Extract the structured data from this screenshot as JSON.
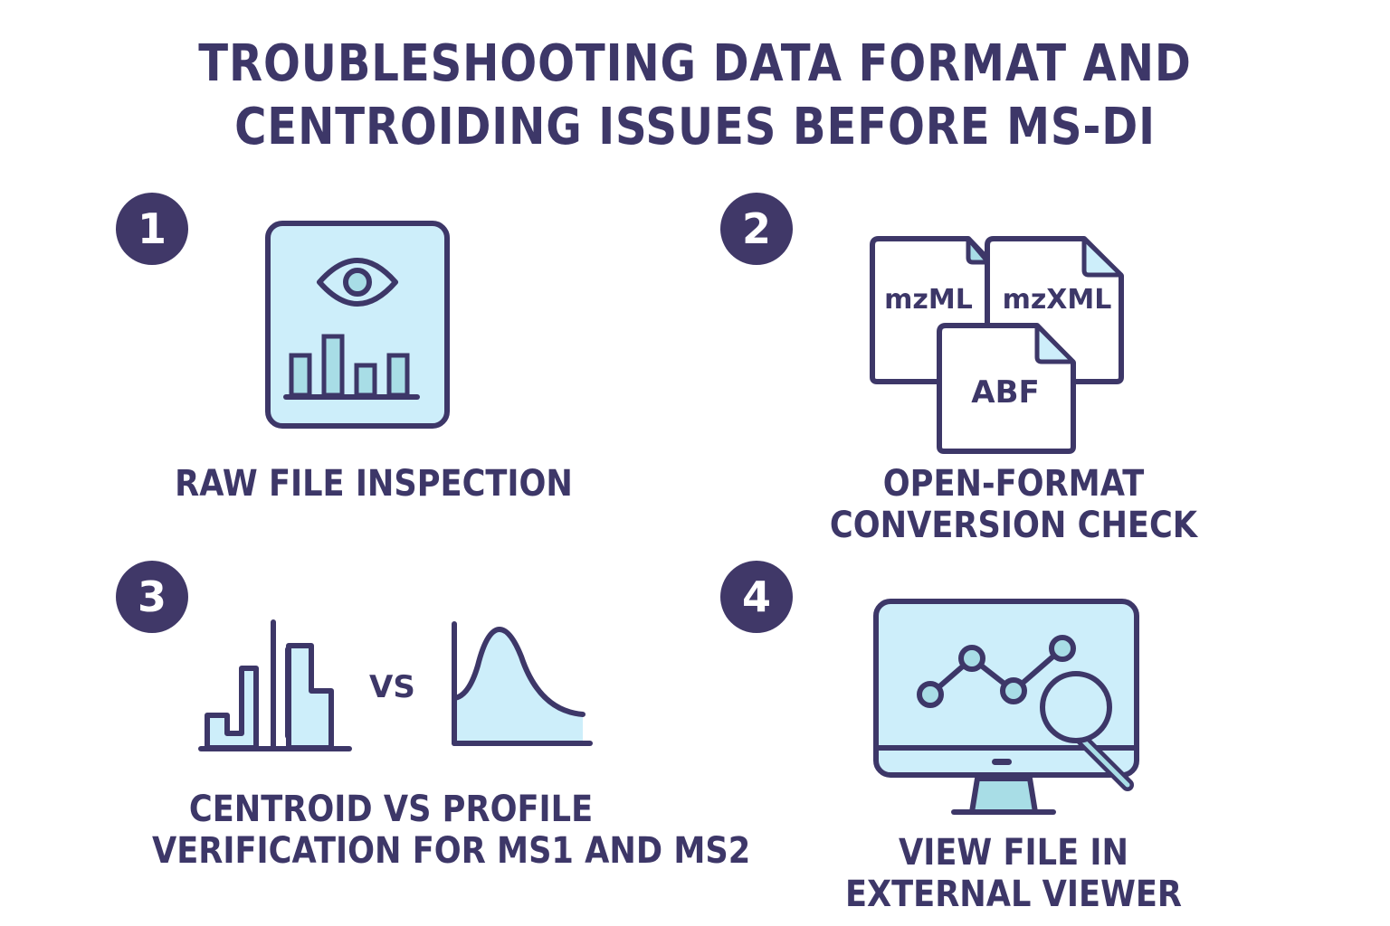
{
  "title": {
    "line1": "TROUBLESHOOTING DATA FORMAT AND",
    "line2": "CENTROIDING ISSUES BEFORE MS-DI"
  },
  "colors": {
    "primary": "#3d3768",
    "badge": "#403868",
    "fill_light": "#cdeefa",
    "fill_accent": "#a8dde6",
    "background": "#ffffff"
  },
  "steps": [
    {
      "number": "1",
      "icon": "eye-bar-chart-document-icon",
      "label_lines": [
        "RAW FILE INSPECTION"
      ]
    },
    {
      "number": "2",
      "icon": "file-formats-icon",
      "files": [
        "mzML",
        "mzXML",
        "ABF"
      ],
      "label_lines": [
        "OPEN-FORMAT",
        "CONVERSION CHECK"
      ]
    },
    {
      "number": "3",
      "icon": "centroid-vs-profile-icon",
      "comparison_text": "VS",
      "label_lines": [
        "CENTROID VS PROFILE",
        "VERIFICATION FOR MS1 AND MS2"
      ]
    },
    {
      "number": "4",
      "icon": "monitor-magnifier-chart-icon",
      "label_lines": [
        "VIEW FILE IN",
        "EXTERNAL VIEWER"
      ]
    }
  ]
}
